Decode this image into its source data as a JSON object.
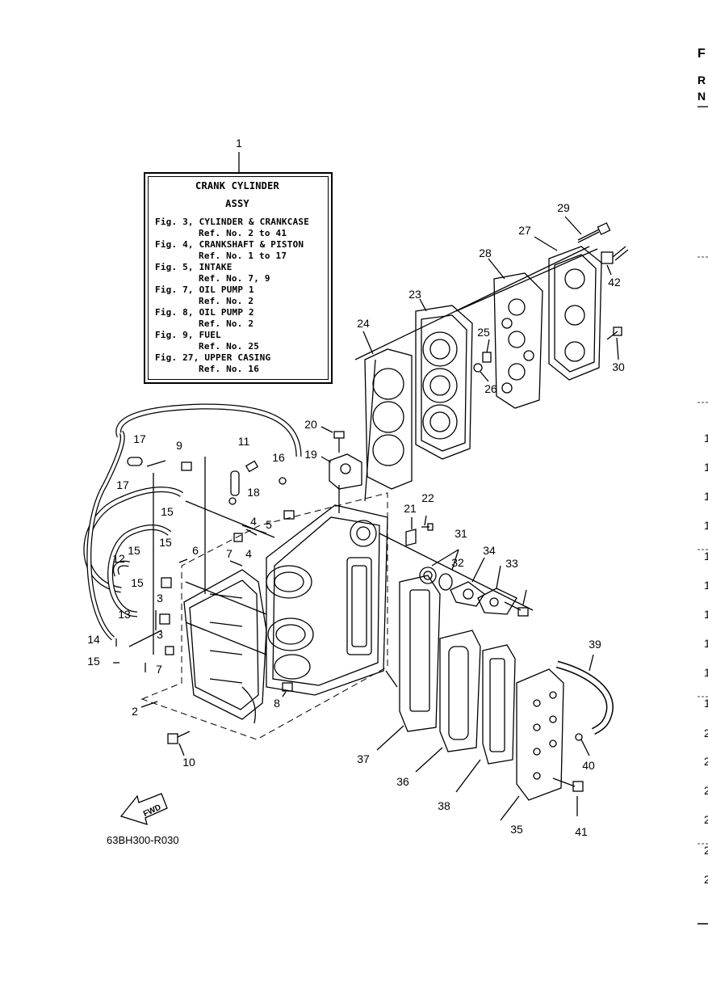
{
  "info_box": {
    "title": "CRANK CYLINDER",
    "subtitle": "ASSY",
    "entries": [
      {
        "fig": "Fig. 3, CYLINDER & CRANKCASE",
        "ref": "Ref. No. 2 to 41"
      },
      {
        "fig": "Fig. 4, CRANKSHAFT & PISTON",
        "ref": "Ref. No. 1 to 17"
      },
      {
        "fig": "Fig. 5, INTAKE",
        "ref": "Ref. No. 7, 9"
      },
      {
        "fig": "Fig. 7, OIL PUMP 1",
        "ref": "Ref. No. 2"
      },
      {
        "fig": "Fig. 8, OIL PUMP 2",
        "ref": "Ref. No. 2"
      },
      {
        "fig": "Fig. 9, FUEL",
        "ref": "Ref. No. 25"
      },
      {
        "fig": "Fig. 27, UPPER CASING",
        "ref": "Ref. No. 16"
      }
    ]
  },
  "callouts": [
    "1",
    "2",
    "3",
    "3",
    "4",
    "4",
    "5",
    "6",
    "7",
    "7",
    "8",
    "9",
    "10",
    "11",
    "12",
    "13",
    "14",
    "15",
    "15",
    "15",
    "15",
    "15",
    "16",
    "17",
    "17",
    "18",
    "19",
    "20",
    "21",
    "22",
    "23",
    "24",
    "25",
    "26",
    "27",
    "28",
    "29",
    "30",
    "31",
    "32",
    "33",
    "34",
    "35",
    "36",
    "37",
    "38",
    "39",
    "40",
    "41",
    "42"
  ],
  "fwd_label": "FWD",
  "diagram_code": "63BH300-R030",
  "edge_letters": [
    "F",
    "R",
    "N"
  ],
  "edge_digits": [
    "1",
    "1",
    "1",
    "1",
    "1",
    "1",
    "1",
    "1",
    "1",
    "1",
    "2",
    "2",
    "2",
    "2",
    "2",
    "2"
  ]
}
